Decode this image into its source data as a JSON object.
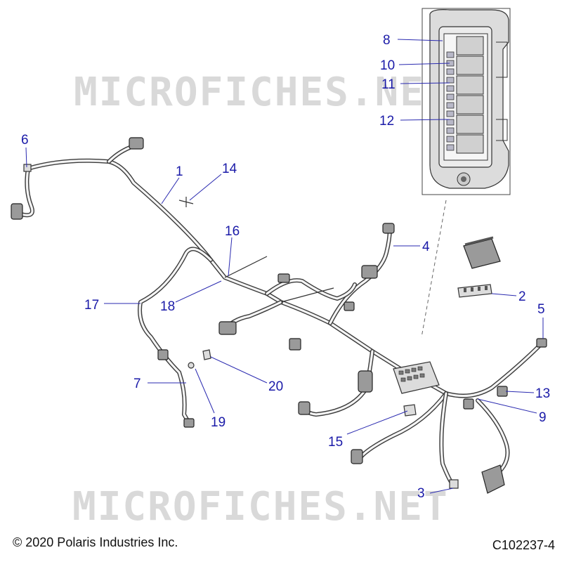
{
  "watermark": "MICROFICHES.NET",
  "footer": {
    "copyright": "© 2020 Polaris Industries Inc.",
    "code": "C102237-4"
  },
  "callouts": [
    "1",
    "2",
    "3",
    "4",
    "5",
    "6",
    "7",
    "8",
    "9",
    "10",
    "11",
    "12",
    "13",
    "14",
    "15",
    "16",
    "17",
    "18",
    "19",
    "20"
  ]
}
